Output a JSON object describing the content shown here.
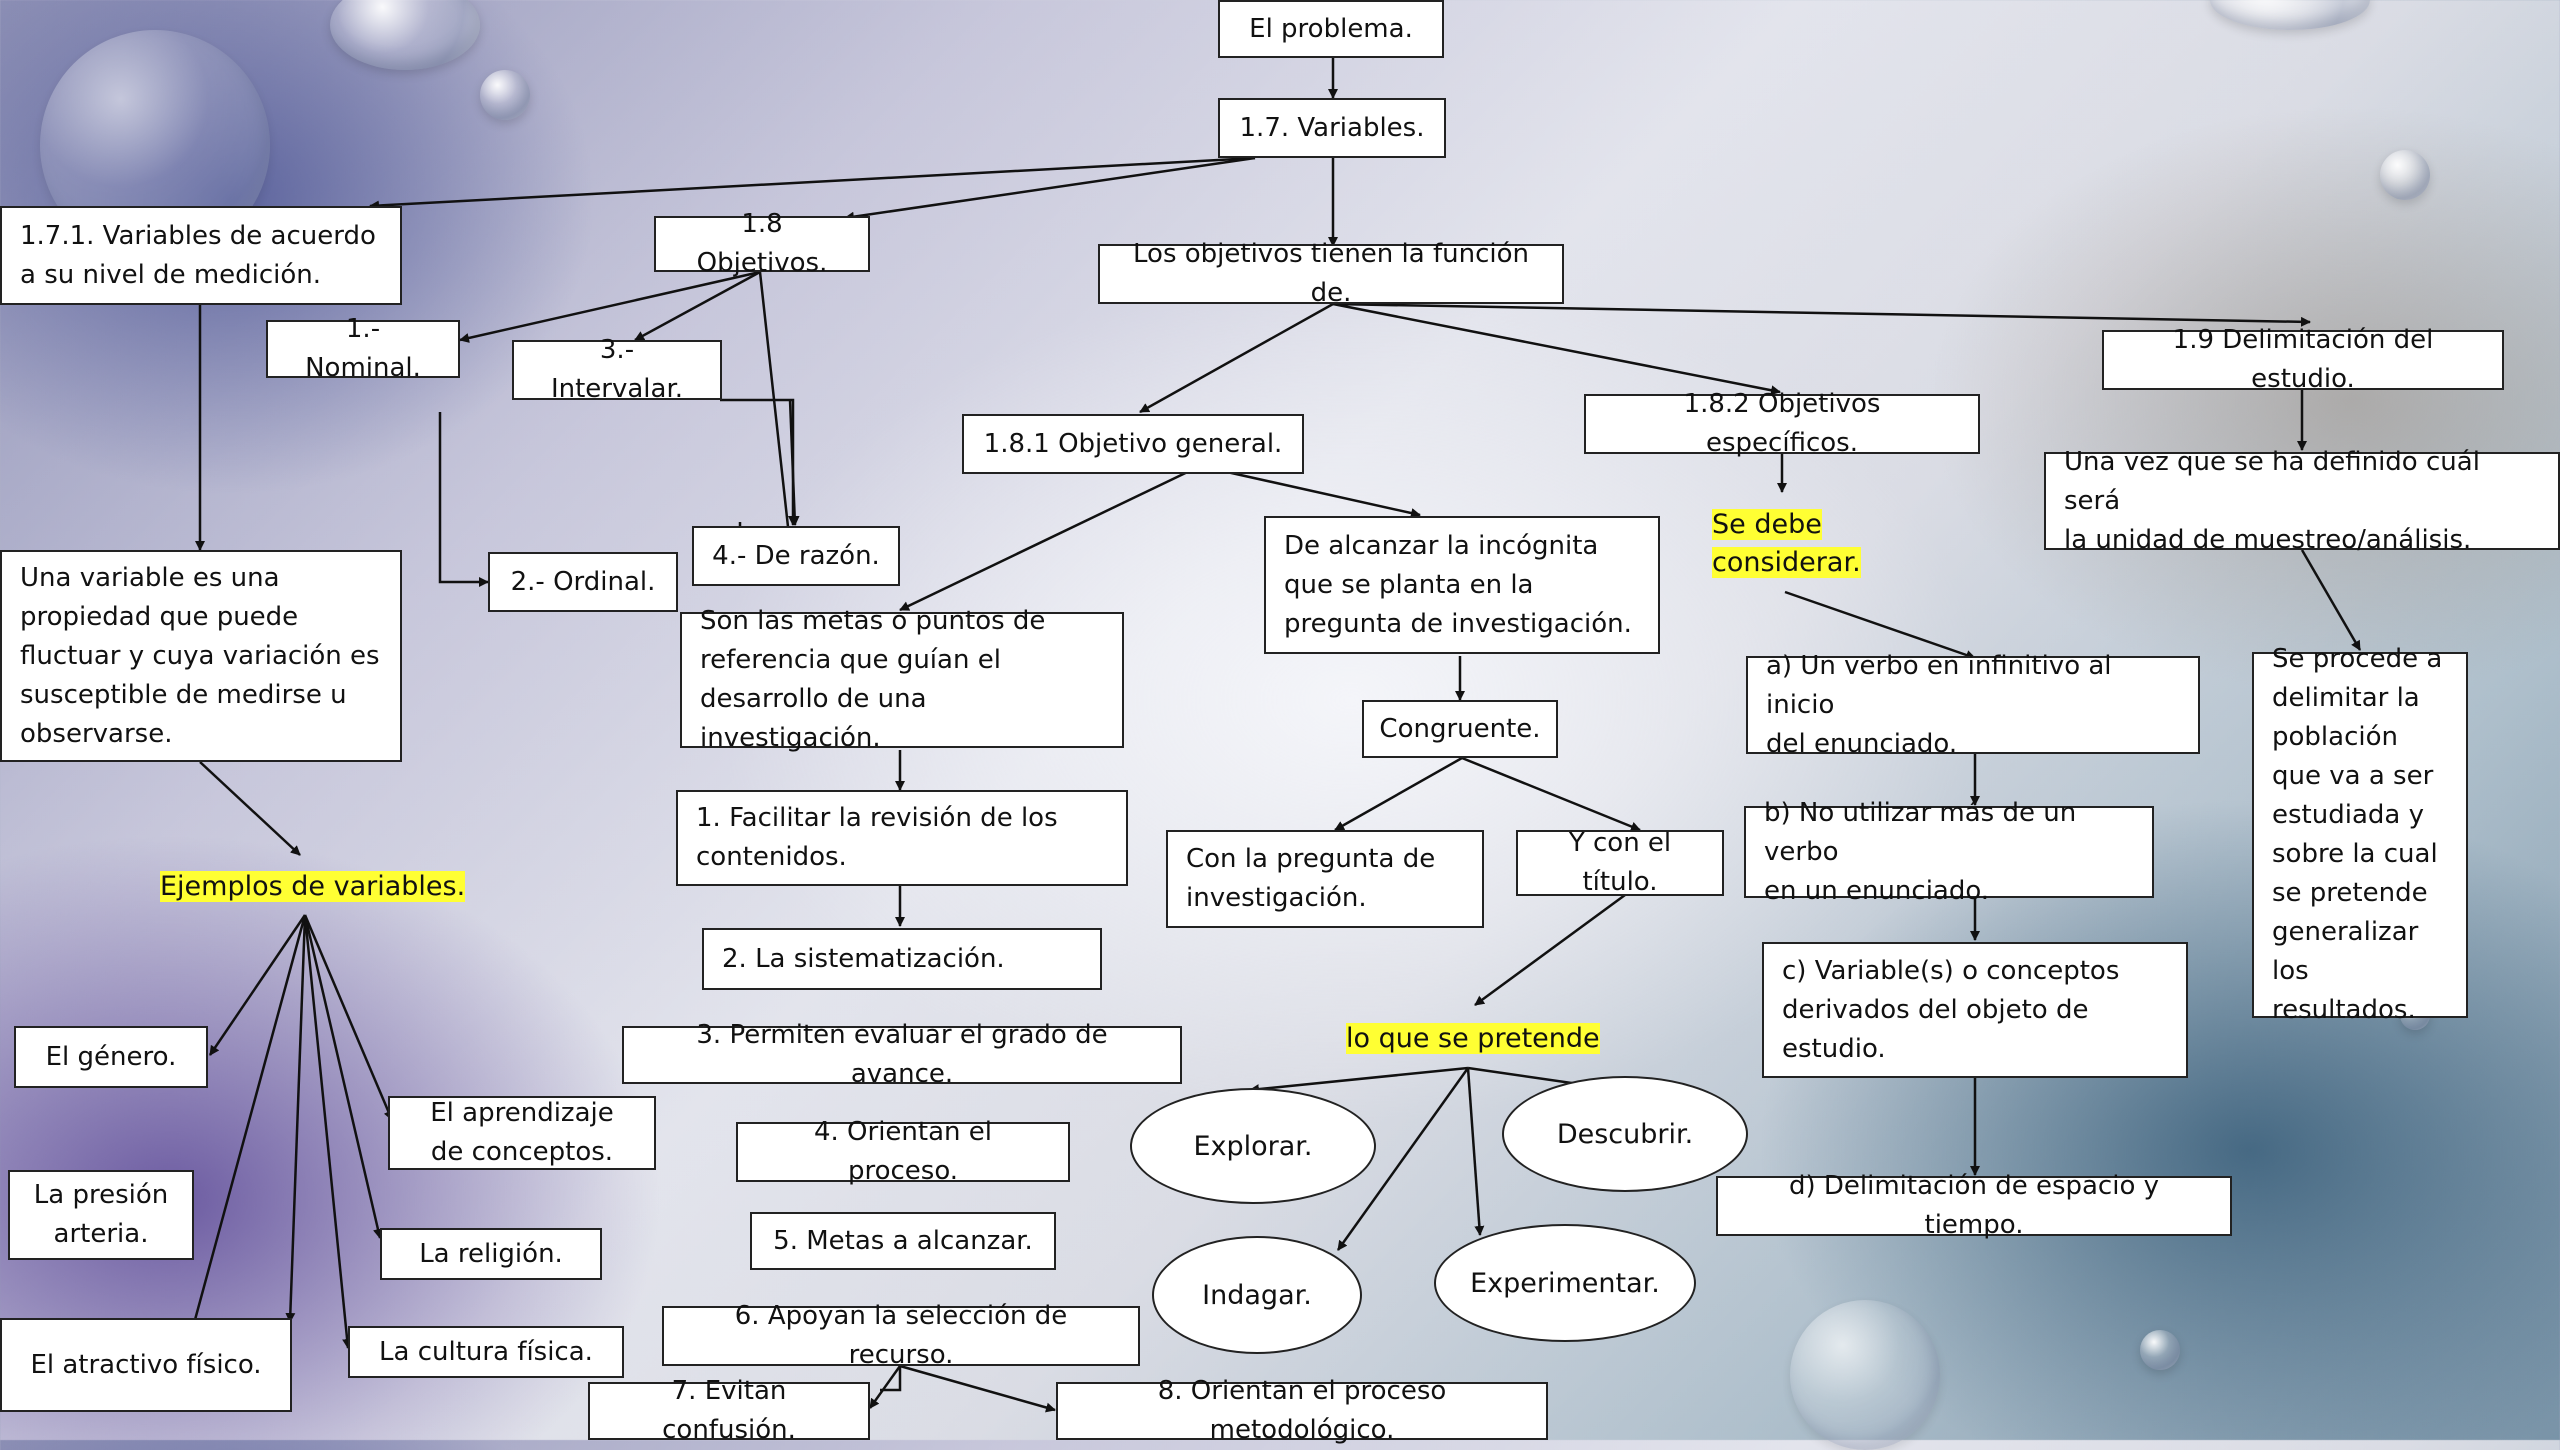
{
  "nodes": {
    "problema": "El problema.",
    "variables": "1.7. Variables.",
    "nivel_medicion": "1.7.1. Variables de acuerdo\n a su nivel de medición.",
    "objetivos": "1.8 Objetivos.",
    "funcion": "Los objetivos tienen la función de.",
    "nominal": "1.- Nominal.",
    "intervalar": "3.- Intervalar.",
    "ordinal": "2.- Ordinal.",
    "razon": "4.- De razón.",
    "definicion_variable": "Una variable es una\npropiedad que puede\nfluctuar y cuya variación es\nsusceptible de medirse u\nobservarse.",
    "ejemplos": "Ejemplos de variables.",
    "genero": "El género.",
    "presion": "La presión\narteria.",
    "atractivo": "El atractivo físico.",
    "aprendizaje": "El aprendizaje\nde conceptos.",
    "religion": "La religión.",
    "cultura": "La cultura física.",
    "objetivo_general": "1.8.1 Objetivo general.",
    "metas_def": "Son las metas o puntos de\nreferencia que guían el\ndesarrollo de una investigación.",
    "f1": "1. Facilitar la revisión de los\ncontenidos.",
    "f2": "2. La sistematización.",
    "f3": "3. Permiten evaluar el grado de avance.",
    "f4": "4. Orientan el proceso.",
    "f5": "5. Metas a alcanzar.",
    "f6": "6. Apoyan la selección de recurso.",
    "f7": "7. Evitan confusión.",
    "f8": "8. Orientan el proceso metodológico.",
    "incognita": "De alcanzar la incógnita\nque se planta en la\npregunta de investigación.",
    "congruente": "Congruente.",
    "con_pregunta": "Con la pregunta de\ninvestigación.",
    "con_titulo": "Y con el título.",
    "lo_que": "lo que se pretende",
    "explorar": "Explorar.",
    "descubrir": "Descubrir.",
    "indagar": "Indagar.",
    "experimentar": "Experimentar.",
    "especificos": "1.8.2 Objetivos específicos.",
    "se_debe": "Se debe\nconsiderar.",
    "a_verbo": "a) Un verbo en infinitivo al inicio\ndel enunciado.",
    "b_verbo": "b) No utilizar más de un verbo\nen un enunciado.",
    "c_variables": "c) Variable(s) o conceptos\nderivados del objeto de\nestudio.",
    "d_delimitacion": "d) Delimitación de espacio y tiempo.",
    "delimitacion_estudio": "1.9 Delimitación del estudio.",
    "muestreo": "Una vez que se ha definido cuál será\n la unidad de muestreo/análisis.",
    "poblacion": "Se procede a\ndelimitar la\n población\nque va a ser\nestudiada y\nsobre la cual\n se pretende\ngeneralizar\nlos resultados."
  },
  "colors": {
    "box_border": "#222222",
    "highlight": "#ffff33",
    "line": "#111111"
  }
}
